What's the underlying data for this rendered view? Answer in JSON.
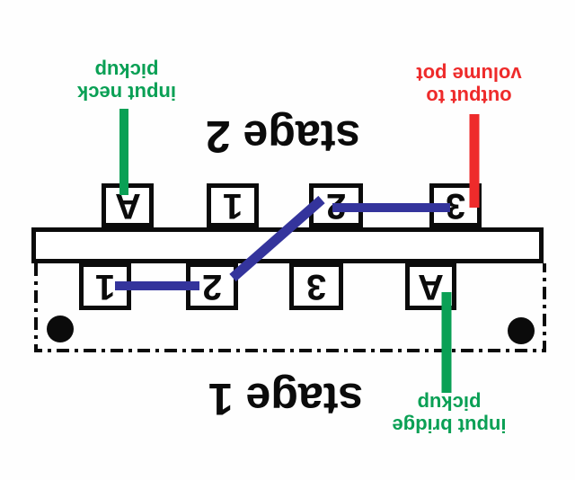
{
  "diagram": {
    "title_stage2": "stage 2",
    "title_stage1": "stage 1",
    "labels": {
      "neck": {
        "line1": "input neck",
        "line2": "pickup"
      },
      "volume": {
        "line1": "output to",
        "line2": "volume pot"
      },
      "bridge": {
        "line1": "input bridge",
        "line2": "pickup"
      }
    },
    "terminals": {
      "stage2_row": [
        "A",
        "1",
        "2",
        "3"
      ],
      "stage1_row": [
        "1",
        "2",
        "3",
        "A"
      ]
    },
    "wires": [
      {
        "id": "wire-neck-input",
        "color": "green",
        "from": "input neck pickup label",
        "to": "stage 2 terminal A"
      },
      {
        "id": "wire-volume-output",
        "color": "red",
        "from": "stage 2 terminal 3",
        "to": "output to volume pot label"
      },
      {
        "id": "wire-bridge-input",
        "color": "green",
        "from": "stage 1 terminal A",
        "to": "input bridge pickup label"
      },
      {
        "id": "wire-jumper-stage2-2-3",
        "color": "blue",
        "from": "stage 2 terminal 2",
        "to": "stage 2 terminal 3"
      },
      {
        "id": "wire-jumper-stage1-1-2",
        "color": "blue",
        "from": "stage 1 terminal 1",
        "to": "stage 1 terminal 2"
      },
      {
        "id": "wire-jumper-cross",
        "color": "blue",
        "from": "stage 1 terminal 2",
        "to": "stage 2 terminal 2"
      }
    ],
    "colors": {
      "green": "#0aa055",
      "red": "#ee2b2b",
      "blue": "#34349c",
      "black": "#0b0b0b"
    }
  }
}
